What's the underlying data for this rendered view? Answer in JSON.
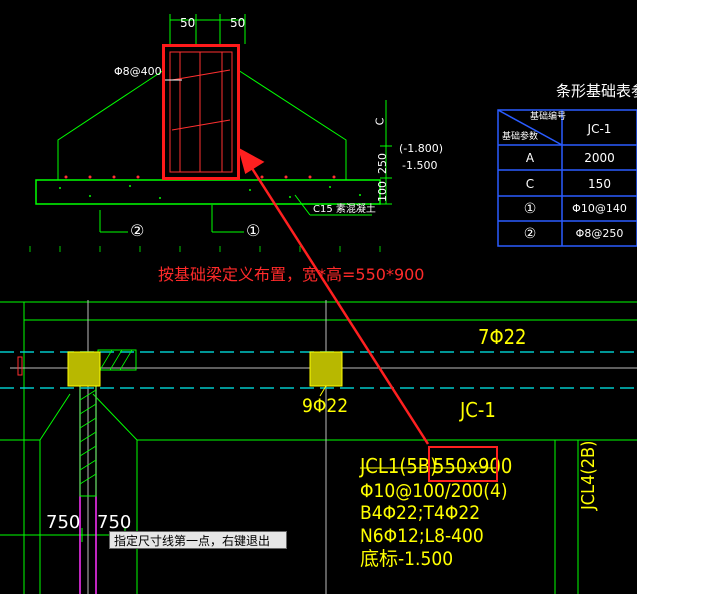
{
  "annotation": {
    "instruction": "按基础梁定义布置，宽*高=550*900",
    "beam_size_highlight": "550x900"
  },
  "section_drawing": {
    "dim_top_left": "50",
    "dim_top_right": "50",
    "rebar_label": "Φ8@400",
    "elev_label_1": "(-1.800)",
    "elev_label_2": "-1.500",
    "dim_c": "C",
    "dim_250": "250",
    "dim_100": "100",
    "concrete_label": "C15 素混凝土",
    "callout_1": "①",
    "callout_2": "②"
  },
  "table": {
    "title": "条形基础表参数",
    "header_top": "基础编号",
    "header_bottom": "基础参数",
    "header_col": "JC-1",
    "rows": [
      {
        "param": "A",
        "value": "2000"
      },
      {
        "param": "C",
        "value": "150"
      },
      {
        "param": "①",
        "value": "Φ10@140"
      },
      {
        "param": "②",
        "value": "Φ8@250"
      }
    ]
  },
  "plan": {
    "top_rebar": "7Φ22",
    "col_rebar": "9Φ22",
    "jc_label": "JC-1",
    "beam_label_prefix": "JCL1(5B)",
    "stirrup": "Φ10@100/200(4)",
    "bottom_top_bars": "B4Φ22;T4Φ22",
    "side_bars": "N6Φ12;L8-400",
    "bottom_elev": "底标-1.500",
    "right_beam": "JCL4(2B)",
    "dim_750_a": "750",
    "dim_750_b": "750"
  },
  "command_prompt": "指定尺寸线第一点，右键退出",
  "colors": {
    "background": "#000000",
    "cad_green": "#00ff00",
    "cad_yellow": "#ffff00",
    "cad_cyan": "#00c8c8",
    "annotation_red": "#ff2020",
    "table_blue": "#2a5cff"
  }
}
